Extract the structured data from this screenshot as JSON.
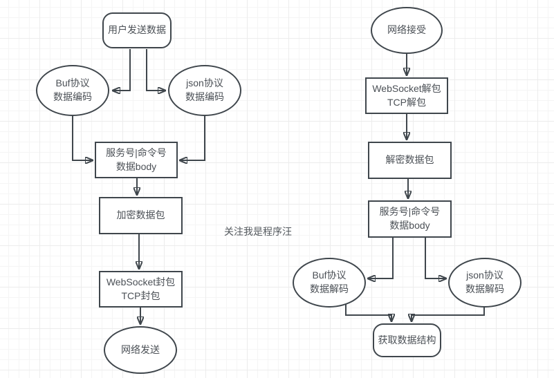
{
  "canvas": {
    "background_color": "#ffffff",
    "grid_minor_color": "#f5f5f5",
    "grid_major_color": "#ececec",
    "shape_stroke_color": "#3f464c",
    "shape_fill_color": "#ffffff",
    "text_color": "#4b5056"
  },
  "watermark": {
    "text": "关注我是程序汪"
  },
  "send_flow": {
    "user_send": {
      "label": "用户发送数据"
    },
    "buf_encode": {
      "label": "Buf协议\n数据编码"
    },
    "json_encode": {
      "label": "json协议\n数据编码"
    },
    "pack_header": {
      "label": "服务号|命令号\n数据body"
    },
    "encrypt": {
      "label": "加密数据包"
    },
    "ws_pack": {
      "label": "WebSocket封包\nTCP封包"
    },
    "net_send": {
      "label": "网络发送"
    }
  },
  "recv_flow": {
    "net_recv": {
      "label": "网络接受"
    },
    "ws_unpack": {
      "label": "WebSocket解包\nTCP解包"
    },
    "decrypt": {
      "label": "解密数据包"
    },
    "pack_header": {
      "label": "服务号|命令号\n数据body"
    },
    "buf_decode": {
      "label": "Buf协议\n数据解码"
    },
    "json_decode": {
      "label": "json协议\n数据解码"
    },
    "get_struct": {
      "label": "获取数据结构"
    }
  }
}
